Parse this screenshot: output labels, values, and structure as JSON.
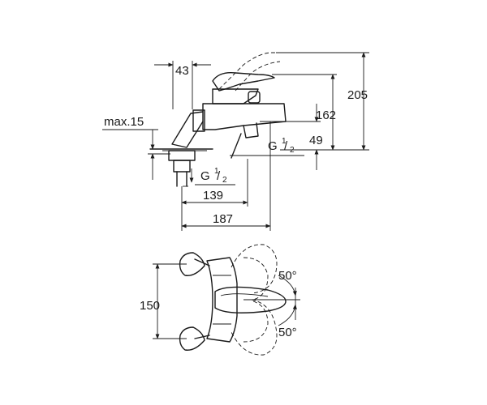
{
  "side_view": {
    "dim_43": "43",
    "dim_205": "205",
    "dim_162": "162",
    "dim_49": "49",
    "dim_max15": "max.15",
    "thread_right": {
      "g": "G",
      "num": "1",
      "den": "2"
    },
    "thread_left": {
      "g": "G",
      "num": "1",
      "den": "2"
    },
    "dim_139": "139",
    "dim_187": "187"
  },
  "top_view": {
    "dim_150": "150",
    "angle_top": "50°",
    "angle_bottom": "50°"
  }
}
